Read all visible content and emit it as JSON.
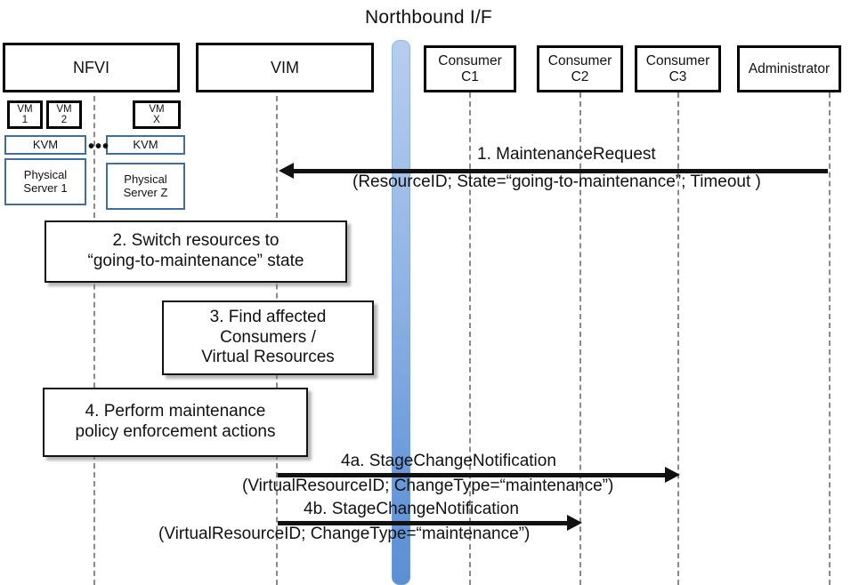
{
  "diagram": {
    "title": "Northbound I/F",
    "colors": {
      "northbound_bar_top": "#b7cdee",
      "northbound_bar_bottom": "#5b8fd4",
      "inner_block_border": "#3f6f9f",
      "actor_border": "#000000",
      "lifeline": "#8a8a8a"
    }
  },
  "actors": [
    {
      "id": "nfvi",
      "label": "NFVI"
    },
    {
      "id": "vim",
      "label": "VIM"
    },
    {
      "id": "c1",
      "label": "Consumer\nC1"
    },
    {
      "id": "c2",
      "label": "Consumer\nC2"
    },
    {
      "id": "c3",
      "label": "Consumer\nC3"
    },
    {
      "id": "admin",
      "label": "Administrator"
    }
  ],
  "nfvi_internals": {
    "vms": [
      {
        "line1": "VM",
        "line2": "1"
      },
      {
        "line1": "VM",
        "line2": "2"
      },
      {
        "line1": "VM",
        "line2": "X"
      }
    ],
    "hypervisors": [
      {
        "label": "KVM"
      },
      {
        "label": "KVM"
      }
    ],
    "servers": [
      {
        "line1": "Physical",
        "line2": "Server 1"
      },
      {
        "line1": "Physical",
        "line2": "Server Z"
      }
    ],
    "ellipsis": "•••"
  },
  "messages": [
    {
      "id": "m1",
      "number": "1.",
      "name": "MaintenanceRequest",
      "header": "1.   MaintenanceRequest",
      "params": "(ResourceID; State=“going-to-maintenance”; Timeout )",
      "from": "admin",
      "to": "vim",
      "direction": "left"
    },
    {
      "id": "m4a",
      "number": "4a.",
      "name": "StageChangeNotification",
      "header": "4a. StageChangeNotification",
      "params": "(VirtualResourceID; ChangeType=“maintenance”)",
      "from": "vim",
      "to": "c3",
      "direction": "right"
    },
    {
      "id": "m4b",
      "number": "4b.",
      "name": "StageChangeNotification",
      "header": "4b. StageChangeNotification",
      "params": "(VirtualResourceID; ChangeType=“maintenance”)",
      "from": "vim",
      "to": "c2",
      "direction": "right"
    }
  ],
  "process_boxes": [
    {
      "id": "step2",
      "number": "2.",
      "line1": "2. Switch resources to",
      "line2": "“going-to-maintenance” state"
    },
    {
      "id": "step3",
      "number": "3.",
      "line1": "3. Find affected",
      "line2": "Consumers /",
      "line3": "Virtual Resources"
    },
    {
      "id": "step4",
      "number": "4.",
      "line1": "4. Perform maintenance",
      "line2": "policy enforcement actions"
    }
  ]
}
